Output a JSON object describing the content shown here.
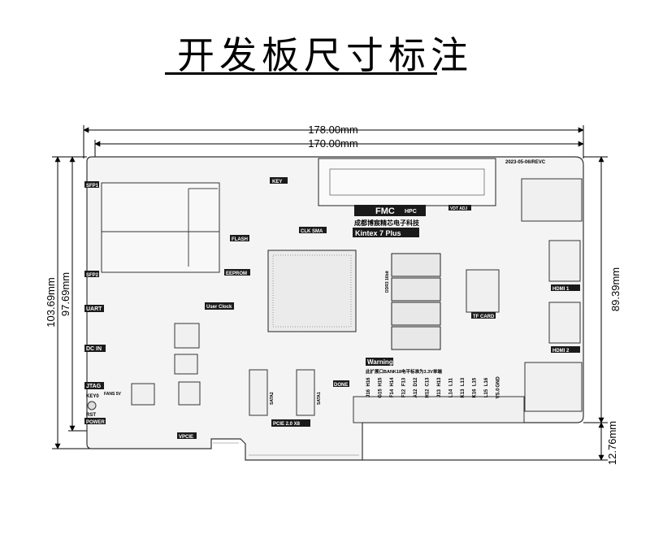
{
  "title": "开发板尺寸标注",
  "dimensions": {
    "top_outer": "178.00mm",
    "top_inner": "170.00mm",
    "left_outer": "103.69mm",
    "left_inner": "97.69mm",
    "right": "89.39mm",
    "bottom_right": "12.76mm"
  },
  "board": {
    "date_rev": "2023-05-06/REVC",
    "fmc": "FMC",
    "hpc": "HPC",
    "vdt_adj": "VDT ADJ",
    "company": "成都博宸精芯电子科技",
    "chip": "Kintex 7 Plus",
    "flash": "FLASH",
    "eeprom": "EEPROM",
    "user_clock": "User Clock",
    "uart": "UART",
    "dc_in": "DC IN",
    "jtag": "JTAG",
    "key0": "KEY0",
    "rst": "RST",
    "power": "POWER",
    "fans": "FANS 5V",
    "sfp1": "SFP1",
    "sfp2": "SFP2",
    "hdmi1": "HDMI 1",
    "hdmi2": "HDMI 2",
    "tf_card": "TF CARD",
    "done": "DONE",
    "pcie": "PCIE 2.0 X8",
    "vpcie": "VPCIE",
    "warning_title": "Warning",
    "warning_text": "此扩展口BANK18电平标准为3.3V单端",
    "ddr": "DDR3 16bit",
    "sata1": "SATA1",
    "sata2": "SATA2",
    "clk_sma": "CLK SMA",
    "key_label": "KEY",
    "gnd": "GND",
    "vs": "VS.0"
  },
  "pins_top": [
    "H16",
    "H15",
    "H14",
    "F13",
    "D12",
    "C13",
    "H13",
    "L11",
    "L13",
    "L15",
    "L16",
    "GND"
  ],
  "pins_bottom": [
    "J16",
    "G15",
    "F14",
    "F12",
    "A12",
    "H12",
    "J13",
    "L14",
    "K13",
    "K16",
    "L15",
    "VS.0"
  ],
  "colors": {
    "board_fill": "#f4f4f4",
    "board_stroke": "#333333",
    "label_bg": "#1a1a1a"
  }
}
